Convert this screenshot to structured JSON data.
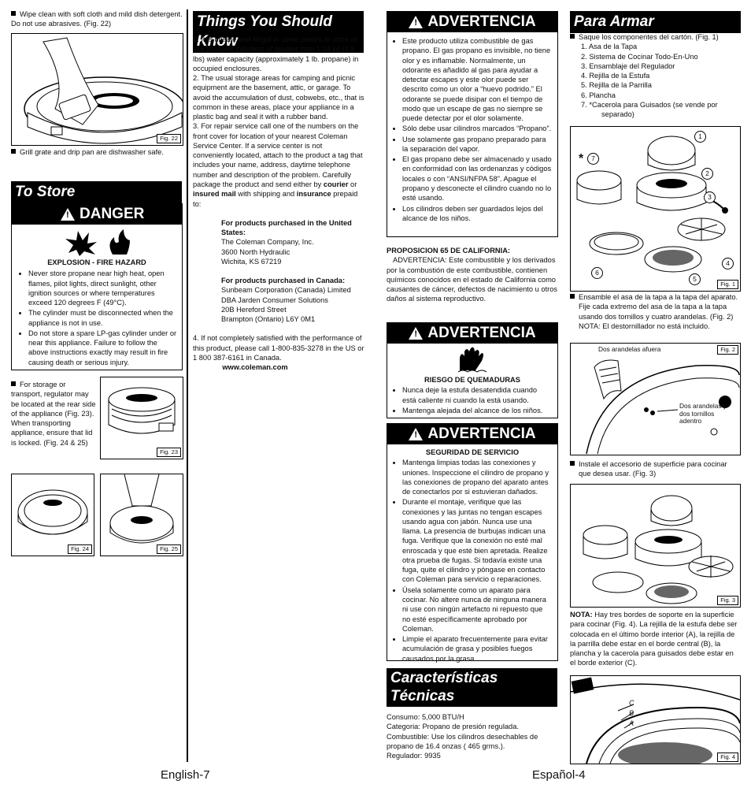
{
  "col1": {
    "wipe_text": "Wipe clean with soft cloth and mild dish detergent. Do not use abrasives. (Fig. 22)",
    "fig22": "Fig. 22",
    "grill_text": "Grill grate and drip pan are dishwasher safe.",
    "to_store": "To Store",
    "danger": "DANGER",
    "hazard_title": "EXPLOSION - FIRE HAZARD",
    "hazard_items": [
      "Never store propane near high heat, open flames, pilot lights, direct sunlight, other ignition sources or where temperatures exceed 120 degrees F (49°C).",
      "The cylinder must be disconnected when the appliance is not in use.",
      "Do not store a spare LP-gas cylinder under or near this appliance. Failure to follow the above instructions exactly may result in fire causing death or serious injury."
    ],
    "storage_text": "For storage or transport, regulator may be located at the rear side of the appliance (Fig. 23). When transporting appliance, ensure that lid is locked. (Fig. 24 & 25)",
    "fig23": "Fig. 23",
    "fig24": "Fig. 24",
    "fig25": "Fig. 25",
    "footer": "English-7"
  },
  "col2": {
    "header": "Things You Should Know",
    "p1": "1. It is unsafe and illegal in some places to store or use propane cylinders of greater than 1.14 kg (2.5 lbs) water capacity (approximately 1 lb. propane) in occupied enclosures.",
    "p2": "2. The usual storage areas for camping and picnic equipment are the basement, attic, or garage. To avoid the accumulation of dust, cobwebs, etc., that is common in these areas, place your appliance in a plastic bag and seal it with a rubber band.",
    "p3a": "3. For repair service call one of the numbers on the front cover for location of your nearest Coleman Service Center. If a service center is not conveniently located, attach to the product a tag that includes your name, address, daytime telephone number and description of the problem. Carefully package the product and send either by ",
    "p3_courier": "courier",
    "p3_or": " or ",
    "p3_mail": "insured mail",
    "p3_with": " with shipping and ",
    "p3_ins": "insurance",
    "p3_end": " prepaid to:",
    "us_head": "For products purchased in the United States:",
    "us_lines": [
      "The Coleman Company, Inc.",
      "3600 North Hydraulic",
      "Wichita, KS 67219"
    ],
    "ca_head": "For products purchased in Canada:",
    "ca_lines": [
      "Sunbeam Corporation (Canada) Limited",
      "DBA Jarden Consumer Solutions",
      "20B Hereford Street",
      "Brampton (Ontario)  L6Y 0M1"
    ],
    "p4": "4. If not completely satisfied with the performance of this product, please call 1-800-835-3278 in the US or 1 800 387-6161 in Canada.",
    "web": "www.coleman.com"
  },
  "col3": {
    "adv1": "ADVERTENCIA",
    "adv1_items": [
      "Este producto utiliza combustible de gas propano. El gas propano es invisible, no tiene olor y es inflamable. Normalmente, un odorante es añadido al gas para ayudar a detectar escapes y este olor puede ser descrito como un olor a “huevo podrido.” El odorante se puede disipar con el tiempo de modo que un escape de gas no siempre se puede detectar por el olor solamente.",
      "Sólo debe usar cilindros marcados “Propano”.",
      "Use solamente gas propano preparado para la separación del vapor.",
      "El gas propano debe ser almacenado y usado en conformidad con las ordenanzas y códigos locales o con “ANSI/NFPA 58”. Apague el propano y desconecte el cilindro cuando no lo esté usando.",
      "Los cilindros deben ser guardados lejos del alcance de los niños."
    ],
    "prop65_title": "PROPOSICION 65 DE CALIFORNIA:",
    "prop65_text": "ADVERTENCIA: Este combustible y los derivados por la combustión de este combustible, contienen químicos conocidos en el estado de California como causantes de cáncer, defectos de nacimiento u otros daños al sistema reproductivo.",
    "adv2": "ADVERTENCIA",
    "burn_title": "RIESGO DE QUEMADURAS",
    "burn_items": [
      "Nunca deje la estufa desatendida cuando está caliente ni cuando la está usando.",
      "Mantenga alejada del alcance de los niños."
    ],
    "adv3": "ADVERTENCIA",
    "svc_title": "SEGURIDAD DE SERVICIO",
    "svc_items": [
      "Mantenga limpias todas las conexiones y uniones. Inspeccione el cilindro de propano y las conexiones de propano del aparato antes de conectarlos por si estuvieran dañados.",
      "Durante el montaje, verifique que las conexiones y las juntas no tengan escapes usando agua con jabón. Nunca use una llama. La presencia de burbujas indican una fuga. Verifique que la conexión no esté mal enroscada y que esté bien apretada. Realize otra prueba de fugas. Si todavía existe una fuga, quite el cilindro y póngase en contacto con Coleman para servicio o reparaciones.",
      "Úsela solamente como un aparato para cocinar. No altere nunca de ninguna manera ni use con ningún artefacto ni repuesto que no esté específicamente aprobado por Coleman.",
      "Limpie el aparato frecuentemente para evitar acumulación de grasa y posibles fuegos causados por la grasa."
    ],
    "tech_header_1": "Características",
    "tech_header_2": "Técnicas",
    "tech_lines": [
      "Consumo: 5,000 BTU/H",
      "Categoria:  Propano de presión regulada.",
      "Combustible: Use los cilindros desechables de propano de 16.4 onzas ( 465 grms.).",
      "Regulador: 9935"
    ],
    "footer": "Español-4"
  },
  "col4": {
    "header": "Para Armar",
    "intro": "Saque los componentes del cartón. (Fig. 1)",
    "parts": [
      "1.   Asa de la Tapa",
      "2.   Sistema de Cocinar Todo-En-Uno",
      "3.   Ensamblaje del Regulador",
      "4.   Rejilla de la Estufa",
      "5.   Rejilla de la Parrilla",
      "6.   Plancha",
      "7.   *Cacerola para Guisados (se vende por separado)"
    ],
    "fig1": "Fig. 1",
    "callouts": [
      "1",
      "2",
      "3",
      "4",
      "5",
      "6",
      "7"
    ],
    "star": "*",
    "handle_text": "Ensamble el asa de la tapa a la tapa del aparato.  Fije cada extremo del asa de la tapa a la tapa usando dos tornillos y cuatro arandelas. (Fig. 2)",
    "handle_note": "NOTA: El destornillador no está incluido.",
    "fig2": "Fig. 2",
    "fig2_outer": "Dos arandelas afuera",
    "fig2_inner": "Dos arandelas y dos tornillos adentro",
    "surface_text": "Instale el accesorio de superficie para cocinar que desea usar. (Fig. 3)",
    "fig3": "Fig. 3",
    "note_bold": "NOTA:",
    "note_text": " Hay tres bordes de soporte en la superficie para cocinar (Fig. 4). La rejilla de la estufa debe ser colocada en el último borde interior (A), la rejilla de la parrilla debe estar en el borde central (B), la plancha y la cacerola para guisados debe estar en el borde exterior (C).",
    "fig4": "Fig. 4",
    "fig4_labels": [
      "C",
      "B",
      "A"
    ]
  }
}
